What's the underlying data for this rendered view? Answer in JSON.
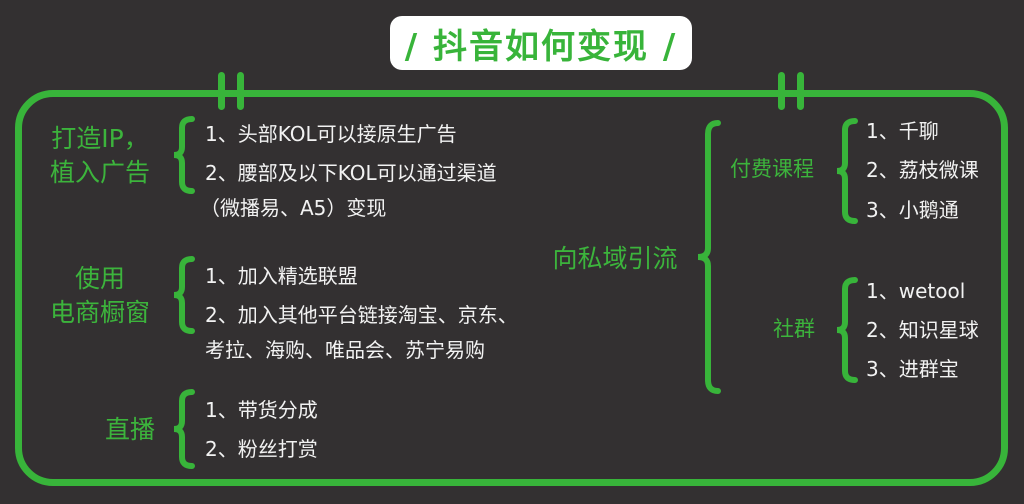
{
  "title": "/ 抖音如何变现 /",
  "colors": {
    "background": "#333031",
    "accent": "#38b43a",
    "text": "#f2f2f2",
    "title_bg": "#ffffff"
  },
  "left": {
    "groups": [
      {
        "label_line1": "打造IP，",
        "label_line2": "植入广告",
        "items": [
          "1、头部KOL可以接原生广告",
          "2、腰部及以下KOL可以通过渠道",
          "（微播易、A5）变现"
        ]
      },
      {
        "label_line1": "使用",
        "label_line2": "电商橱窗",
        "items": [
          "1、加入精选联盟",
          "2、加入其他平台链接淘宝、京东、",
          "考拉、海购、唯品会、苏宁易购"
        ]
      },
      {
        "label_line1": "直播",
        "items": [
          "1、带货分成",
          "2、粉丝打赏"
        ]
      }
    ]
  },
  "right": {
    "label": "向私域引流",
    "subgroups": [
      {
        "label": "付费课程",
        "items": [
          "1、千聊",
          "2、荔枝微课",
          "3、小鹅通"
        ]
      },
      {
        "label": "社群",
        "items": [
          "1、wetool",
          "2、知识星球",
          "3、进群宝"
        ]
      }
    ]
  }
}
